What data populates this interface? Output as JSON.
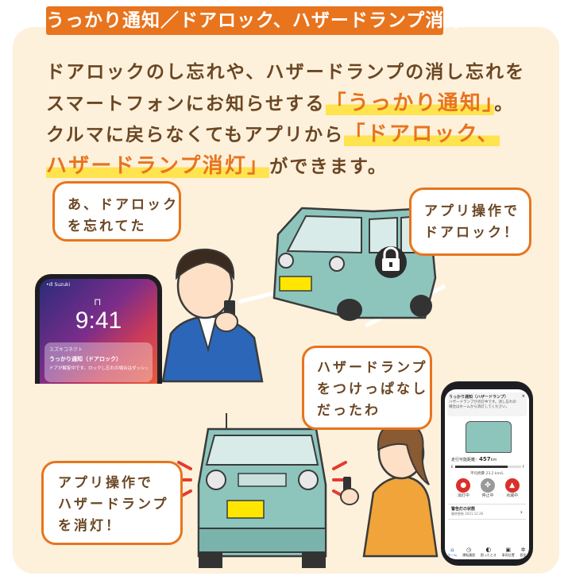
{
  "header": {
    "title": "うっかり通知／ドアロック、ハザードランプ消灯"
  },
  "intro": {
    "line1": "ドアロックのし忘れや、ハザードランプの消し忘れを",
    "line2_a": "スマートフォンにお知らせする",
    "line2_hl": "「うっかり通知」",
    "line2_b": "。",
    "line3_a": "クルマに戻らなくてもアプリから",
    "line3_hl": "「ドアロック、",
    "line4_hl": "ハザードランプ消灯」",
    "line4_b": "ができます。"
  },
  "bubbles": {
    "b1": {
      "line1": "あ、ドアロック",
      "line2": "を忘れてた"
    },
    "b2": {
      "line1": "アプリ操作で",
      "line2": "ドアロック！"
    },
    "b3": {
      "line1": "ハザードランプ",
      "line2": "をつけっぱなし",
      "line3": "だったわ"
    },
    "b4": {
      "line1": "アプリ操作で",
      "line2": "ハザードランプ",
      "line3": "を消灯！"
    }
  },
  "lock_phone": {
    "carrier": "•ıll Suzuki",
    "time": "9:41",
    "app": "スズキコネクト",
    "notif_title": "うっかり通知（ドアロック）",
    "notif_body": "ドアが解錠中です。ロックし忘れの場合はダッシュボードか"
  },
  "app_phone": {
    "notif_title": "うっかり通知（ハザードランプ）",
    "notif_close": "×",
    "notif_body1": "ハザードランプが点灯中です。消し忘れの",
    "notif_body2": "場合はホームから消灯してください。",
    "range_label": "走行可能距離：",
    "range_value": "457",
    "range_unit": "km",
    "fuel_e": "E",
    "fuel_f": "F",
    "fuel_avg": "平均燃費 23.2 km/L",
    "btn1": "消灯中",
    "btn2": "停止中",
    "btn3": "点滅中",
    "alert": "警告灯の状態",
    "alert_sub": "最終更新 2021.12.26",
    "nav1": "ホーム",
    "nav2": "運転履歴",
    "nav3": "困ったとき",
    "nav4": "車両位置",
    "nav5": "設定"
  },
  "colors": {
    "accent": "#e8741e",
    "text": "#6b4623",
    "highlight": "#ffe34f",
    "panel": "#fdf1dc",
    "car": "#8dc5bd"
  }
}
